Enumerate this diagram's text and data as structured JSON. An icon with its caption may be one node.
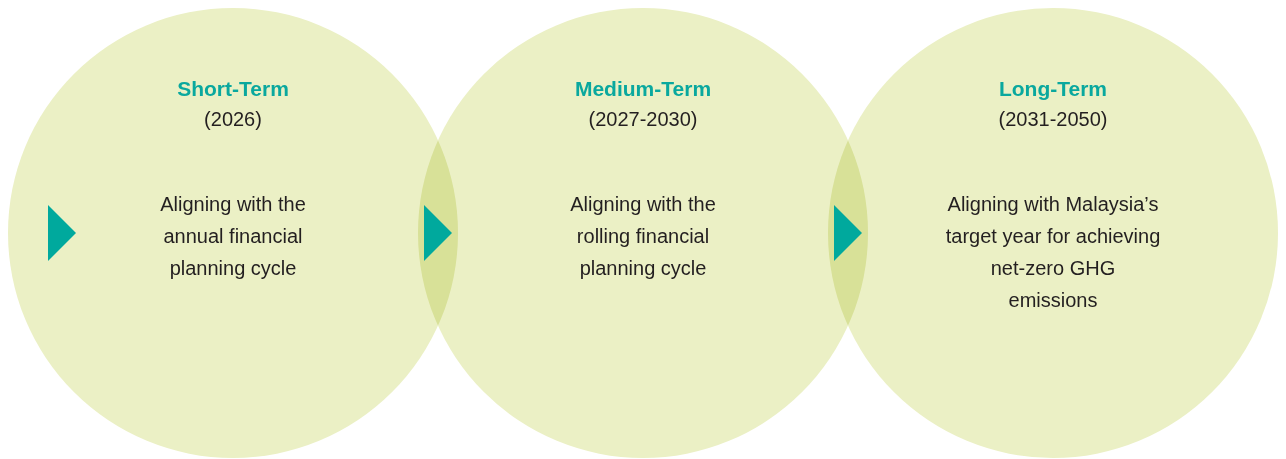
{
  "diagram": {
    "nodes": [
      {
        "text": [
          "Short-Term",
          "(2026)",
          "Aligning with the annual financial planning cycle"
        ]
      },
      {
        "text": [
          "Medium-Term",
          "(2027-2030)",
          "Aligning with the rolling financial planning cycle"
        ]
      },
      {
        "text": [
          "Long-Term",
          "(2031-2050)",
          "Aligning with Malaysia’s target year for achieving net-zero GHG emissions"
        ]
      }
    ],
    "edges": [
      {
        "from": null,
        "to": 0,
        "arrow": "to"
      },
      {
        "from": 0,
        "to": 1,
        "arrow": "to"
      },
      {
        "from": 1,
        "to": 2,
        "arrow": "to"
      }
    ]
  }
}
